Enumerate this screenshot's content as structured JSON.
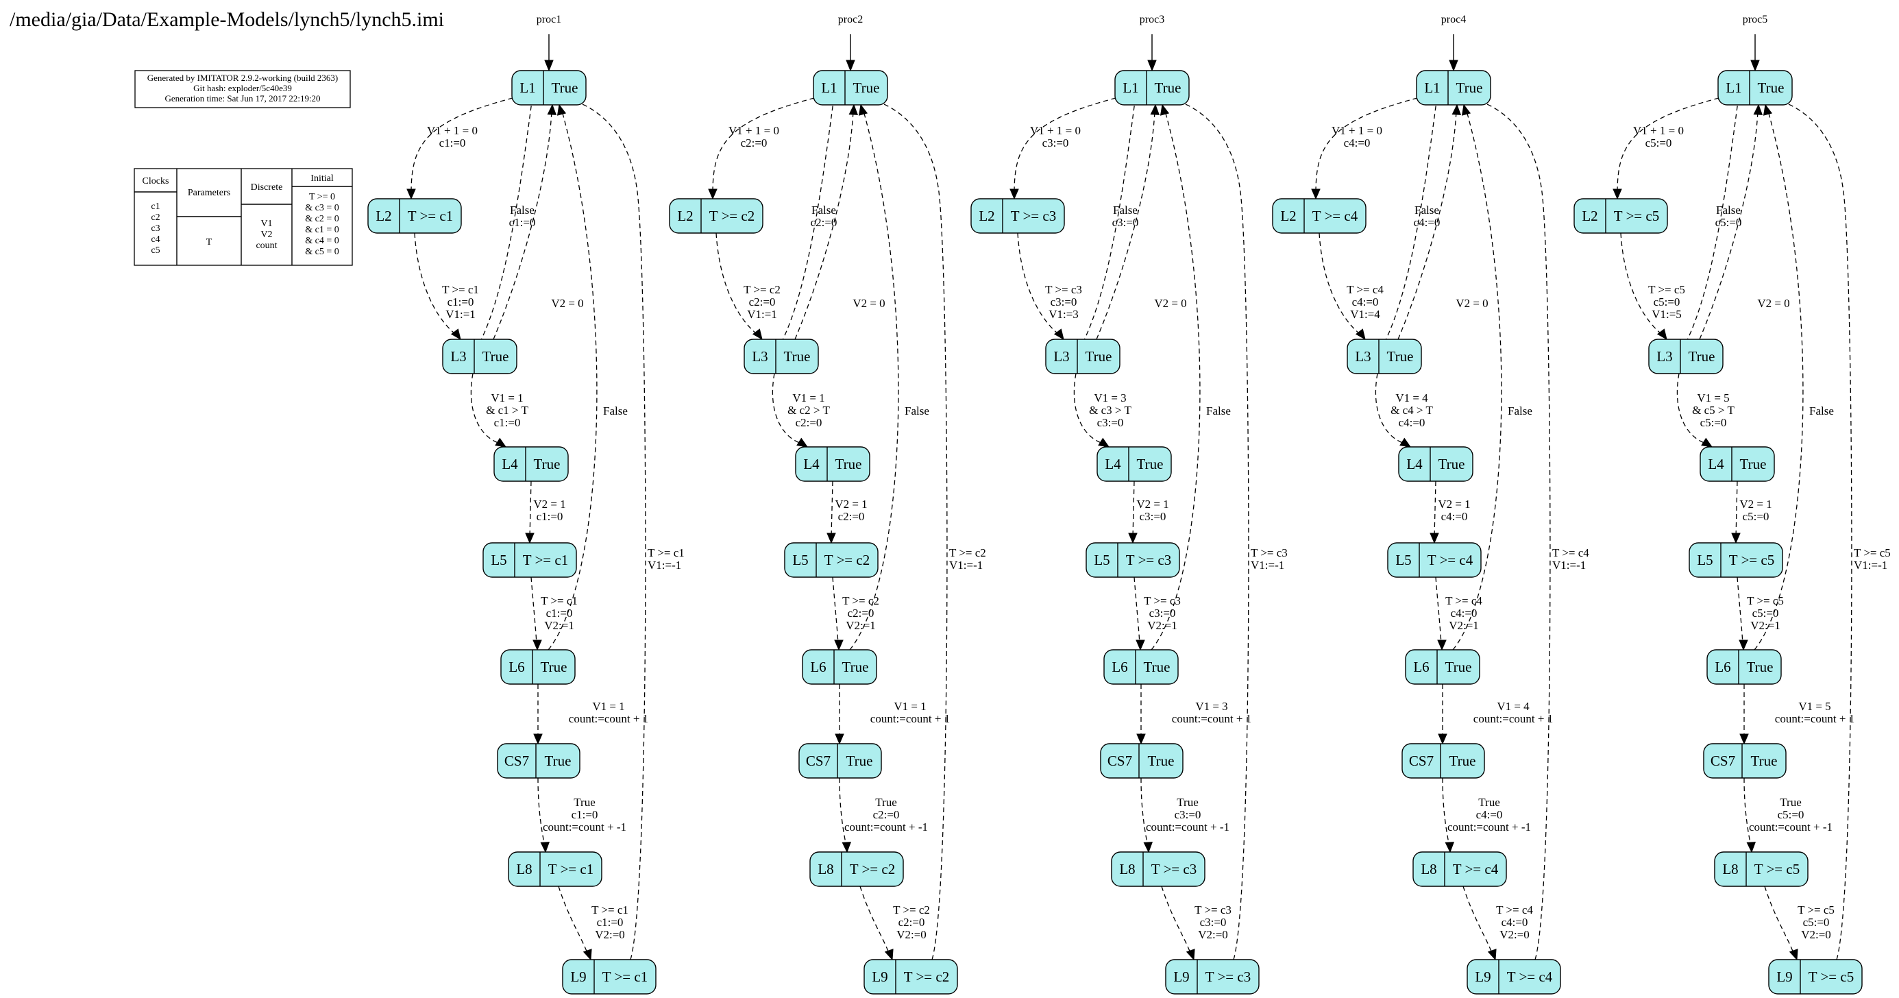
{
  "title": "/media/gia/Data/Example-Models/lynch5/lynch5.imi",
  "info_box": [
    "Generated by IMITATOR 2.9.2-working (build 2363)",
    "Git hash: exploder/5c40e39",
    "Generation time: Sat Jun 17, 2017 22:19:20"
  ],
  "vars_table": {
    "clocks_header": "Clocks",
    "parameters_header": "Parameters",
    "discrete_header": "Discrete",
    "initial_header": "Initial",
    "clocks": [
      "c1",
      "c2",
      "c3",
      "c4",
      "c5"
    ],
    "parameters": [
      "T"
    ],
    "discrete": [
      "V1",
      "V2",
      "count"
    ],
    "initial": [
      "T >= 0",
      "& c3 = 0",
      "& c2 = 0",
      "& c1 = 0",
      "& c4 = 0",
      "& c5 = 0"
    ]
  },
  "processes": [
    {
      "name": "proc1",
      "nodes": [
        {
          "id": "L1",
          "inv": "True"
        },
        {
          "id": "L2",
          "inv": "T >= c1"
        },
        {
          "id": "L3",
          "inv": "True"
        },
        {
          "id": "L4",
          "inv": "True"
        },
        {
          "id": "L5",
          "inv": "T >= c1"
        },
        {
          "id": "L6",
          "inv": "True"
        },
        {
          "id": "CS7",
          "inv": "True"
        },
        {
          "id": "L8",
          "inv": "T >= c1"
        },
        {
          "id": "L9",
          "inv": "T >= c1"
        }
      ],
      "labels": {
        "l1_l2": [
          "V1 + 1 = 0",
          "c1:=0"
        ],
        "l2_l1": [
          "False",
          "c1:=0"
        ],
        "l2_l3": [
          "T >= c1",
          "c1:=0",
          "V1:=1"
        ],
        "l3_l1": [
          "V2 = 0"
        ],
        "l3_l4": [
          "V1 = 1",
          "&  c1 > T",
          "c1:=0"
        ],
        "l4_l5": [
          "V2 = 1",
          "c1:=0"
        ],
        "l6_l1": [
          "False"
        ],
        "l5_l6": [
          "T >= c1",
          "c1:=0",
          "V2:=1"
        ],
        "l6_cs7": [
          "V1 = 1",
          "count:=count + 1"
        ],
        "cs7_l8": [
          "True",
          "c1:=0",
          "count:=count + -1"
        ],
        "l8_l9": [
          "T >= c1",
          "c1:=0",
          "V2:=0"
        ],
        "l9_l1": [
          "T >= c1",
          "V1:=-1"
        ]
      }
    },
    {
      "name": "proc2",
      "nodes": [
        {
          "id": "L1",
          "inv": "True"
        },
        {
          "id": "L2",
          "inv": "T >= c2"
        },
        {
          "id": "L3",
          "inv": "True"
        },
        {
          "id": "L4",
          "inv": "True"
        },
        {
          "id": "L5",
          "inv": "T >= c2"
        },
        {
          "id": "L6",
          "inv": "True"
        },
        {
          "id": "CS7",
          "inv": "True"
        },
        {
          "id": "L8",
          "inv": "T >= c2"
        },
        {
          "id": "L9",
          "inv": "T >= c2"
        }
      ],
      "labels": {
        "l1_l2": [
          "V1 + 1 = 0",
          "c2:=0"
        ],
        "l2_l1": [
          "False",
          "c2:=0"
        ],
        "l2_l3": [
          "T >= c2",
          "c2:=0",
          "V1:=1"
        ],
        "l3_l1": [
          "V2 = 0"
        ],
        "l3_l4": [
          "V1 = 1",
          "&  c2 > T",
          "c2:=0"
        ],
        "l4_l5": [
          "V2 = 1",
          "c2:=0"
        ],
        "l6_l1": [
          "False"
        ],
        "l5_l6": [
          "T >= c2",
          "c2:=0",
          "V2:=1"
        ],
        "l6_cs7": [
          "V1 = 1",
          "count:=count + 1"
        ],
        "cs7_l8": [
          "True",
          "c2:=0",
          "count:=count + -1"
        ],
        "l8_l9": [
          "T >= c2",
          "c2:=0",
          "V2:=0"
        ],
        "l9_l1": [
          "T >= c2",
          "V1:=-1"
        ]
      }
    },
    {
      "name": "proc3",
      "nodes": [
        {
          "id": "L1",
          "inv": "True"
        },
        {
          "id": "L2",
          "inv": "T >= c3"
        },
        {
          "id": "L3",
          "inv": "True"
        },
        {
          "id": "L4",
          "inv": "True"
        },
        {
          "id": "L5",
          "inv": "T >= c3"
        },
        {
          "id": "L6",
          "inv": "True"
        },
        {
          "id": "CS7",
          "inv": "True"
        },
        {
          "id": "L8",
          "inv": "T >= c3"
        },
        {
          "id": "L9",
          "inv": "T >= c3"
        }
      ],
      "labels": {
        "l1_l2": [
          "V1 + 1 = 0",
          "c3:=0"
        ],
        "l2_l1": [
          "False",
          "c3:=0"
        ],
        "l2_l3": [
          "T >= c3",
          "c3:=0",
          "V1:=3"
        ],
        "l3_l1": [
          "V2 = 0"
        ],
        "l3_l4": [
          "V1 = 3",
          "&  c3 > T",
          "c3:=0"
        ],
        "l4_l5": [
          "V2 = 1",
          "c3:=0"
        ],
        "l6_l1": [
          "False"
        ],
        "l5_l6": [
          "T >= c3",
          "c3:=0",
          "V2:=1"
        ],
        "l6_cs7": [
          "V1 = 3",
          "count:=count + 1"
        ],
        "cs7_l8": [
          "True",
          "c3:=0",
          "count:=count + -1"
        ],
        "l8_l9": [
          "T >= c3",
          "c3:=0",
          "V2:=0"
        ],
        "l9_l1": [
          "T >= c3",
          "V1:=-1"
        ]
      }
    },
    {
      "name": "proc4",
      "nodes": [
        {
          "id": "L1",
          "inv": "True"
        },
        {
          "id": "L2",
          "inv": "T >= c4"
        },
        {
          "id": "L3",
          "inv": "True"
        },
        {
          "id": "L4",
          "inv": "True"
        },
        {
          "id": "L5",
          "inv": "T >= c4"
        },
        {
          "id": "L6",
          "inv": "True"
        },
        {
          "id": "CS7",
          "inv": "True"
        },
        {
          "id": "L8",
          "inv": "T >= c4"
        },
        {
          "id": "L9",
          "inv": "T >= c4"
        }
      ],
      "labels": {
        "l1_l2": [
          "V1 + 1 = 0",
          "c4:=0"
        ],
        "l2_l1": [
          "False",
          "c4:=0"
        ],
        "l2_l3": [
          "T >= c4",
          "c4:=0",
          "V1:=4"
        ],
        "l3_l1": [
          "V2 = 0"
        ],
        "l3_l4": [
          "V1 = 4",
          "&  c4 > T",
          "c4:=0"
        ],
        "l4_l5": [
          "V2 = 1",
          "c4:=0"
        ],
        "l6_l1": [
          "False"
        ],
        "l5_l6": [
          "T >= c4",
          "c4:=0",
          "V2:=1"
        ],
        "l6_cs7": [
          "V1 = 4",
          "count:=count + 1"
        ],
        "cs7_l8": [
          "True",
          "c4:=0",
          "count:=count + -1"
        ],
        "l8_l9": [
          "T >= c4",
          "c4:=0",
          "V2:=0"
        ],
        "l9_l1": [
          "T >= c4",
          "V1:=-1"
        ]
      }
    },
    {
      "name": "proc5",
      "nodes": [
        {
          "id": "L1",
          "inv": "True"
        },
        {
          "id": "L2",
          "inv": "T >= c5"
        },
        {
          "id": "L3",
          "inv": "True"
        },
        {
          "id": "L4",
          "inv": "True"
        },
        {
          "id": "L5",
          "inv": "T >= c5"
        },
        {
          "id": "L6",
          "inv": "True"
        },
        {
          "id": "CS7",
          "inv": "True"
        },
        {
          "id": "L8",
          "inv": "T >= c5"
        },
        {
          "id": "L9",
          "inv": "T >= c5"
        }
      ],
      "labels": {
        "l1_l2": [
          "V1 + 1 = 0",
          "c5:=0"
        ],
        "l2_l1": [
          "False",
          "c5:=0"
        ],
        "l2_l3": [
          "T >= c5",
          "c5:=0",
          "V1:=5"
        ],
        "l3_l1": [
          "V2 = 0"
        ],
        "l3_l4": [
          "V1 = 5",
          "&  c5 > T",
          "c5:=0"
        ],
        "l4_l5": [
          "V2 = 1",
          "c5:=0"
        ],
        "l6_l1": [
          "False"
        ],
        "l5_l6": [
          "T >= c5",
          "c5:=0",
          "V2:=1"
        ],
        "l6_cs7": [
          "V1 = 5",
          "count:=count + 1"
        ],
        "cs7_l8": [
          "True",
          "c5:=0",
          "count:=count + -1"
        ],
        "l8_l9": [
          "T >= c5",
          "c5:=0",
          "V2:=0"
        ],
        "l9_l1": [
          "T >= c5",
          "V1:=-1"
        ]
      }
    }
  ],
  "colors": {
    "node_fill": "#aeeeee",
    "stroke": "#000000",
    "background": "#ffffff"
  }
}
